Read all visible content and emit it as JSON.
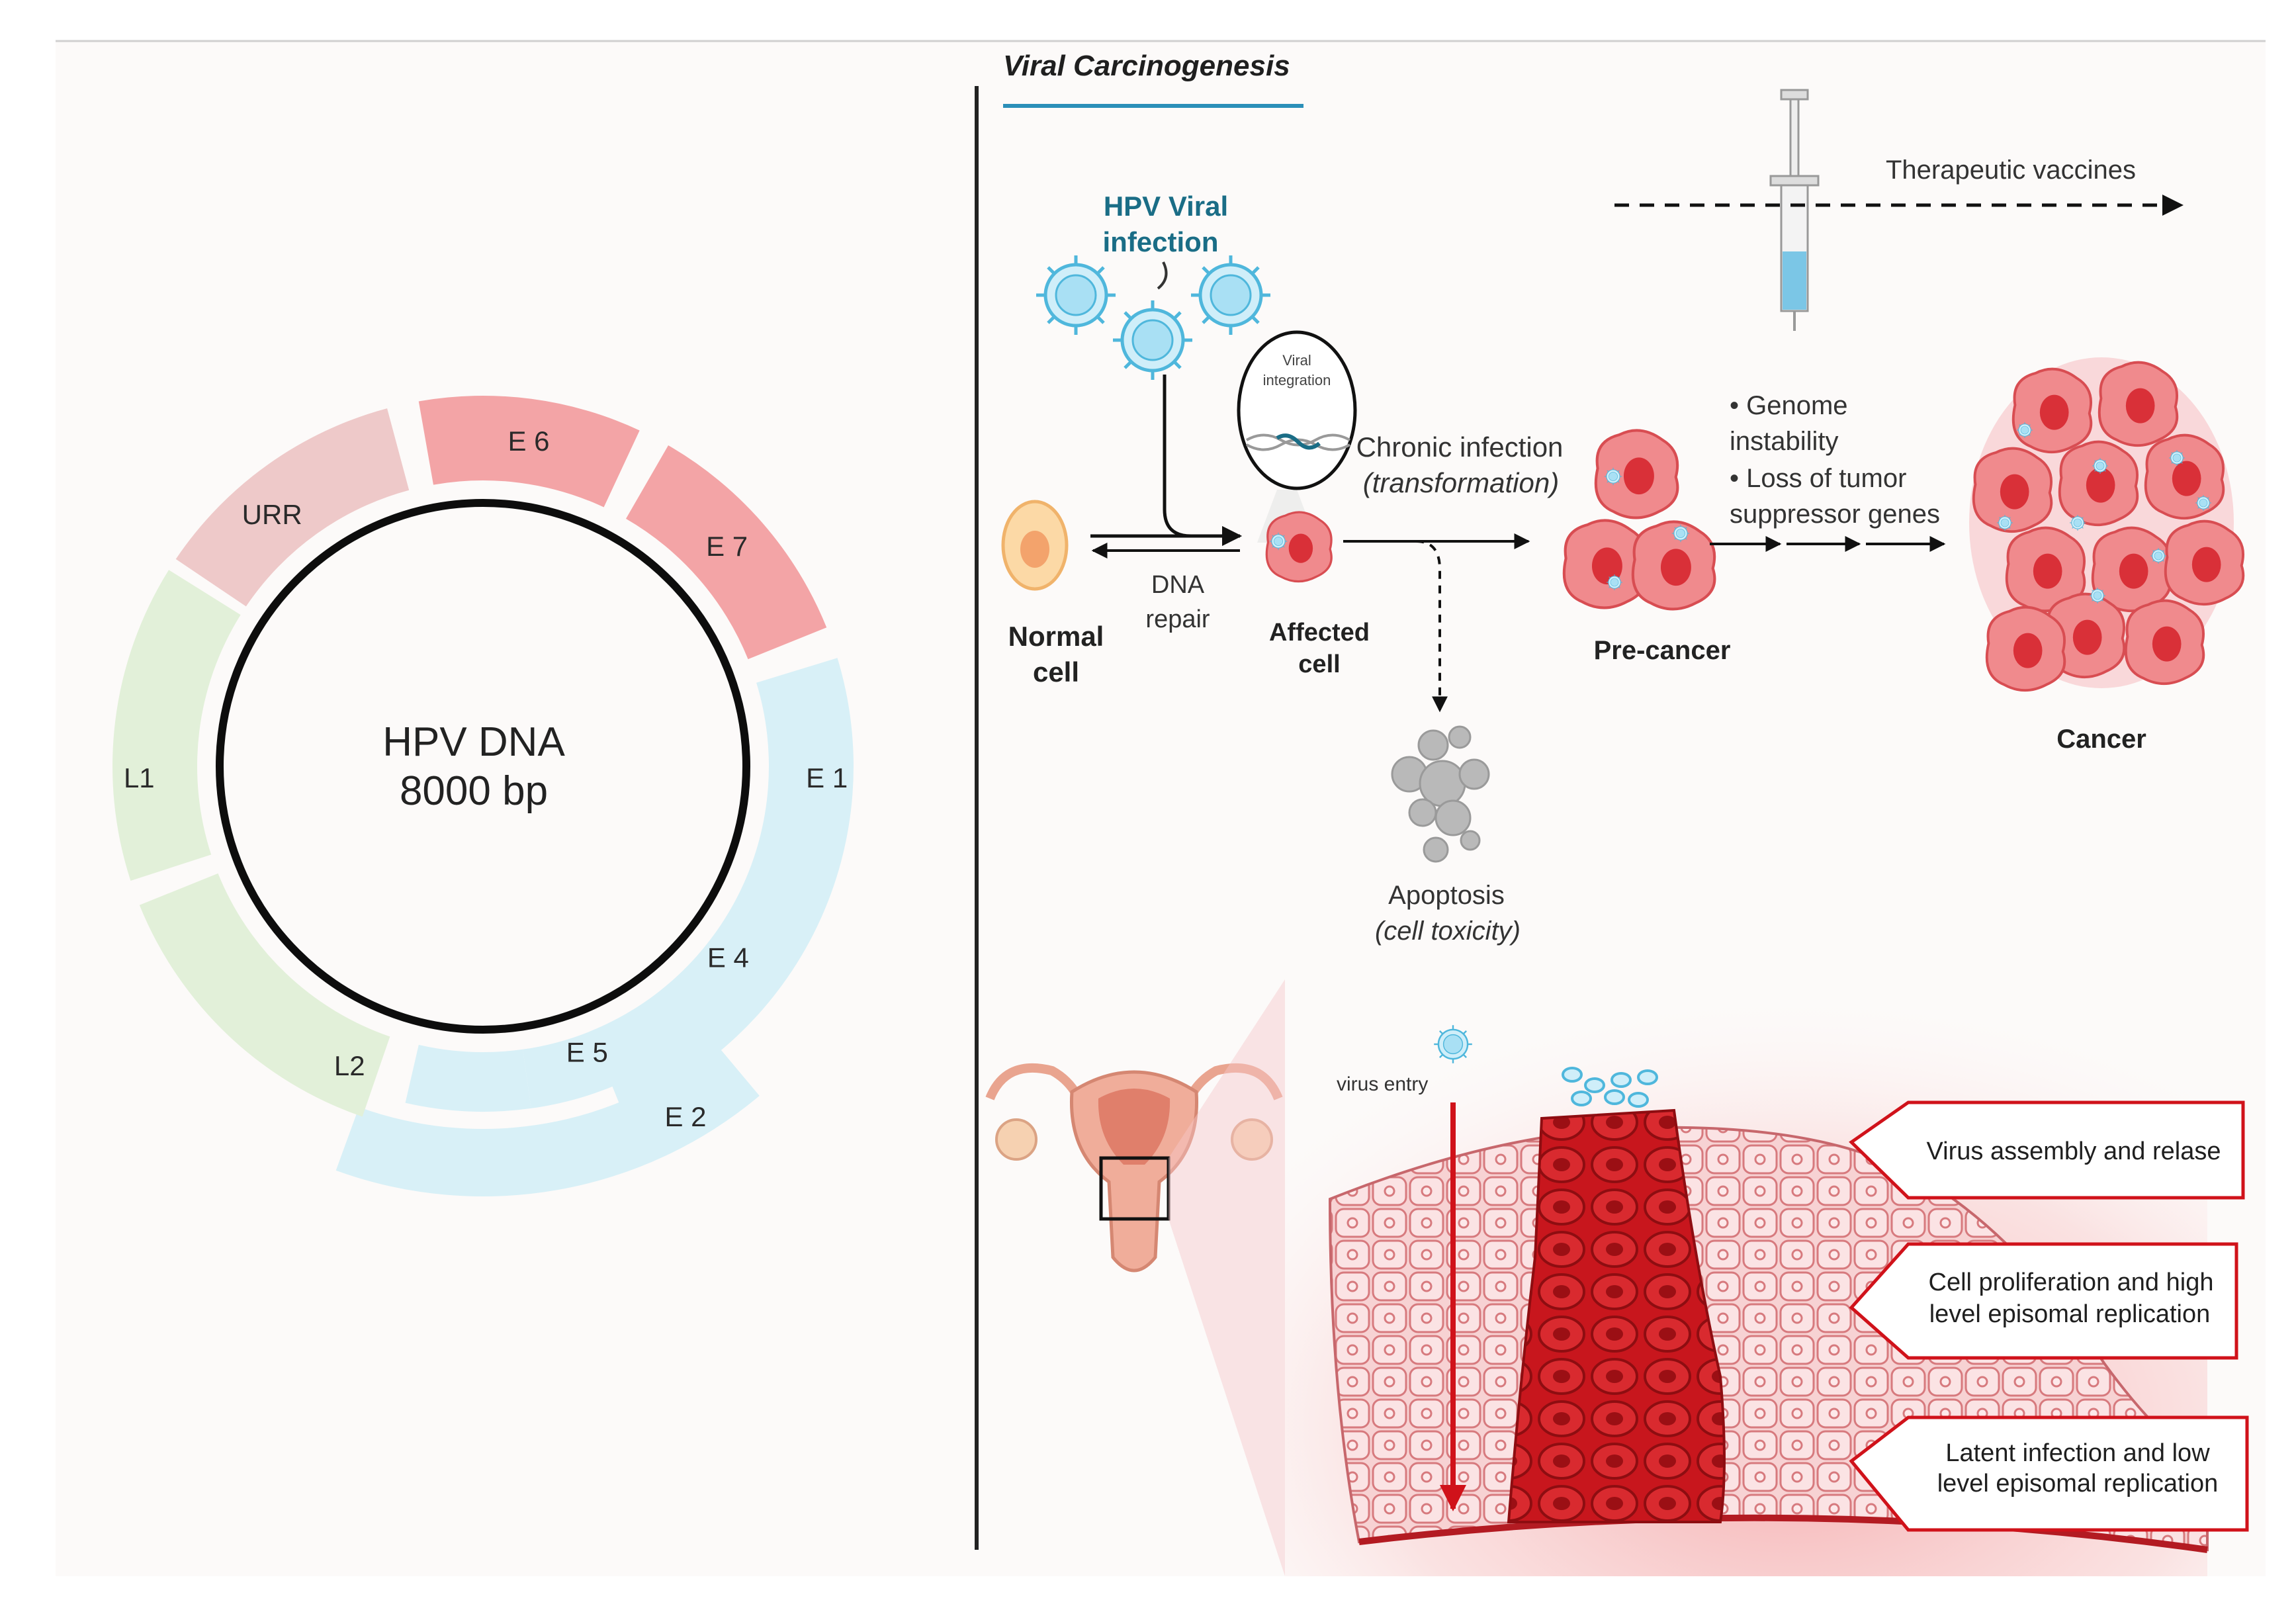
{
  "genome": {
    "center_line1": "HPV DNA",
    "center_line2": "8000 bp",
    "segments": {
      "urr": "URR",
      "e6": "E 6",
      "e7": "E 7",
      "e1": "E 1",
      "e4": "E 4",
      "e5": "E 5",
      "e2": "E 2",
      "l2": "L2",
      "l1": "L1"
    }
  },
  "carcinogenesis": {
    "title": "Viral Carcinogenesis",
    "infection_line1": "HPV Viral",
    "infection_line2": "infection",
    "viral_integration_line1": "Viral",
    "viral_integration_line2": "integration",
    "therapeutic": "Therapeutic vaccines",
    "normal_cell_line1": "Normal",
    "normal_cell_line2": "cell",
    "dna_repair_line1": "DNA",
    "dna_repair_line2": "repair",
    "affected_cell_line1": "Affected",
    "affected_cell_line2": "cell",
    "chronic_line1": "Chronic infection",
    "chronic_line2": "(transformation)",
    "genome_instability_line1": "• Genome",
    "genome_instability_line2": "instability",
    "loss_line1": "• Loss of tumor",
    "loss_line2": "suppressor genes",
    "precancer": "Pre-cancer",
    "cancer": "Cancer",
    "apoptosis_line1": "Apoptosis",
    "apoptosis_line2": "(cell toxicity)"
  },
  "tissue": {
    "virus_entry": "virus entry",
    "assembly": "Virus assembly and relase",
    "prolif_line1": "Cell proliferation and  high",
    "prolif_line2": "level  episomal replication",
    "latent_line1": "Latent infection and low",
    "latent_line2": "level episomal replication"
  },
  "colors": {
    "early_red": "#f3a4a6",
    "urr_pink": "#eec9c9",
    "early_blue": "#d8f0f7",
    "late_green": "#e2f0d9",
    "accent_teal": "#1a6d86",
    "tissue_red": "#c8161d"
  }
}
